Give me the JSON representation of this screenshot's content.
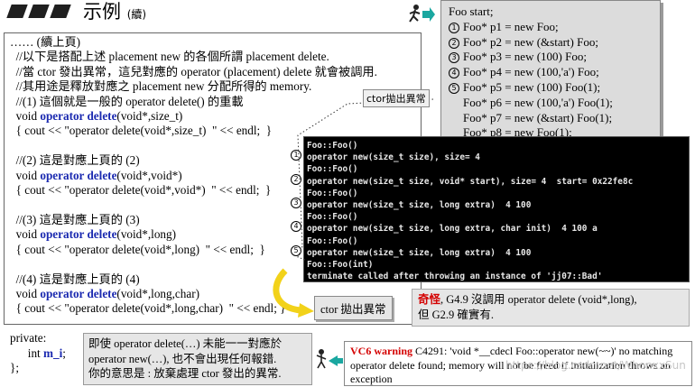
{
  "header": {
    "title": "示例",
    "title_suffix": "(續)"
  },
  "code_panel": {
    "lines": [
      "…… (續上頁)",
      "  //以下是搭配上述 placement new 的各個所謂 placement delete.",
      "  //當 ctor 發出異常，這兒對應的 operator (placement) delete 就會被調用.",
      "  //其用途是釋放對應之 placement new 分配所得的 memory.",
      "  //(1) 這個就是一般的 operator delete() 的重載",
      "  void ",
      "  { cout << \"operator delete(void*,size_t)  \" << endl;  }",
      "",
      "  //(2) 這是對應上頁的 (2)",
      "  void ",
      "  { cout << \"operator delete(void*,void*)  \" << endl;  }",
      "",
      "  //(3) 這是對應上頁的 (3)",
      "  void ",
      "  { cout << \"operator delete(void*,long)  \" << endl;  }",
      "",
      "  //(4) 這是對應上頁的 (4)",
      "  void ",
      "  { cout << \"operator delete(void*,long,char)  \" << endl; }",
      "",
      "private:",
      "      int ",
      "};"
    ],
    "keyword": "operator delete",
    "sigs": [
      "(void*,size_t)",
      "(void*,void*)",
      "(void*,long)",
      "(void*,long,char)"
    ],
    "member_name": "m_i",
    "member_end": ";"
  },
  "sample_code": {
    "lines": [
      "Foo start;",
      "Foo* p1 = new Foo;",
      "Foo* p2 = new (&start) Foo;",
      "Foo* p3 = new (100) Foo;",
      "Foo* p4 = new (100,'a') Foo;",
      "Foo* p5 = new (100) Foo(1);",
      "Foo* p6 = new (100,'a') Foo(1);",
      "Foo* p7 = new (&start) Foo(1);",
      "Foo* p8 = new Foo(1);"
    ],
    "markers": [
      "①",
      "②",
      "③",
      "④",
      "⑤"
    ]
  },
  "console": {
    "lines": [
      "Foo::Foo()",
      "operator new(size_t size), size= 4",
      "Foo::Foo()",
      "operator new(size_t size, void* start), size= 4  start= 0x22fe8c",
      "Foo::Foo()",
      "operator new(size_t size, long extra)  4 100",
      "Foo::Foo()",
      "operator new(size_t size, long extra, char init)  4 100 a",
      "Foo::Foo()",
      "operator new(size_t size, long extra)  4 100",
      "Foo::Foo(int)",
      "terminate called after throwing an instance of 'jj07::Bad'"
    ],
    "markers": [
      "①",
      "②",
      "③",
      "④",
      "⑤"
    ]
  },
  "callouts": {
    "ctor_throw_small": "ctor拋出異常",
    "ctor_throw": "ctor 拋出異常",
    "strange_red": "奇怪",
    "strange_rest_1": ", G4.9 沒調用 operator delete (void*,long),",
    "strange_rest_2": "但 G2.9 確實有.",
    "bottom_note": "即使 operator delete(…) 未能一一對應於\noperator new(…), 也不會出現任何報錯.\n你的意思是 : 放棄處理 ctor 發出的異常.",
    "vc6_label": "VC6 warning",
    "vc6_text": " C4291: 'void *__cdecl Foo::operator new(~~)'  no matching operator delete found; memory will not be freed if initialization throws an exception"
  },
  "watermark": "https://blog.csdn.net/WhonxxSun",
  "colors": {
    "keyword": "#1b2ab0",
    "red": "#d40000",
    "arrow_teal": "#1aa7a0",
    "arrow_yellow": "#f2d21a"
  }
}
